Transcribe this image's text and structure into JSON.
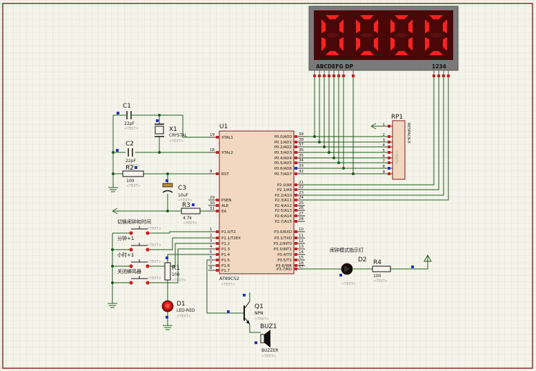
{
  "display": {
    "digits": [
      "0",
      "0",
      "0",
      "0"
    ],
    "segment_label": "ABCDEFG  DP",
    "digit_label": "1234"
  },
  "colors": {
    "sheet": "#f5f4ea",
    "grid": "#d4d3c2",
    "border": "#8b1a1a",
    "wire": "#1a5a1a",
    "body": "#f2d8c0",
    "outline": "#7a1818",
    "text": "#000000",
    "pin_red": "#d61a1a",
    "pin_blue": "#2030d0",
    "segment_on": "#ff2020",
    "display_bg": "#4a0707",
    "display_frame": "#707070"
  },
  "components": {
    "u1": {
      "ref": "U1",
      "part": "AT89C52",
      "tag": "<TEXT>",
      "left_pins": [
        {
          "num": "19",
          "name": "XTAL1"
        },
        {
          "num": "18",
          "name": "XTAL2"
        },
        {
          "num": "9",
          "name": "RST"
        },
        {
          "num": "29",
          "name": "PSEN"
        },
        {
          "num": "30",
          "name": "ALE"
        },
        {
          "num": "31",
          "name": "EA"
        },
        {
          "num": "1",
          "name": "P1.0/T2"
        },
        {
          "num": "2",
          "name": "P1.1/T2EX"
        },
        {
          "num": "3",
          "name": "P1.2"
        },
        {
          "num": "4",
          "name": "P1.3"
        },
        {
          "num": "5",
          "name": "P1.4"
        },
        {
          "num": "6",
          "name": "P1.5"
        },
        {
          "num": "7",
          "name": "P1.6"
        },
        {
          "num": "8",
          "name": "P1.7"
        }
      ],
      "right_pins": [
        {
          "num": "39",
          "name": "P0.0/AD0"
        },
        {
          "num": "38",
          "name": "P0.1/AD1"
        },
        {
          "num": "37",
          "name": "P0.2/AD2"
        },
        {
          "num": "36",
          "name": "P0.3/AD3"
        },
        {
          "num": "35",
          "name": "P0.4/AD4"
        },
        {
          "num": "34",
          "name": "P0.5/AD5"
        },
        {
          "num": "33",
          "name": "P0.6/AD6"
        },
        {
          "num": "32",
          "name": "P0.7/AD7"
        },
        {
          "num": "21",
          "name": "P2.0/A8"
        },
        {
          "num": "22",
          "name": "P2.1/A9"
        },
        {
          "num": "23",
          "name": "P2.2/A10"
        },
        {
          "num": "24",
          "name": "P2.3/A11"
        },
        {
          "num": "25",
          "name": "P2.4/A12"
        },
        {
          "num": "26",
          "name": "P2.5/A13"
        },
        {
          "num": "27",
          "name": "P2.6/A14"
        },
        {
          "num": "28",
          "name": "P2.7/A15"
        },
        {
          "num": "10",
          "name": "P3.0/RXD"
        },
        {
          "num": "11",
          "name": "P3.1/TXD"
        },
        {
          "num": "12",
          "name": "P3.2/INT0"
        },
        {
          "num": "13",
          "name": "P3.3/INT1"
        },
        {
          "num": "14",
          "name": "P3.4/T0"
        },
        {
          "num": "15",
          "name": "P3.5/T1"
        },
        {
          "num": "16",
          "name": "P3.6/WR"
        },
        {
          "num": "17",
          "name": "P3.7/RD"
        }
      ]
    },
    "c1": {
      "ref": "C1",
      "value": "22pF",
      "tag": "<TEXT>"
    },
    "c2": {
      "ref": "C2",
      "value": "22pF",
      "tag": "<TEXT>"
    },
    "c3": {
      "ref": "C3",
      "value": "10uF",
      "tag": "<TEXT>"
    },
    "x1": {
      "ref": "X1",
      "value": "CRYSTAL",
      "tag": "<TEXT>"
    },
    "r1": {
      "ref": "R1",
      "value": "100",
      "tag": "<TEXT>"
    },
    "r2": {
      "ref": "R2",
      "value": "100",
      "tag": "<TEXT>"
    },
    "r3": {
      "ref": "R3",
      "value": "4.7k",
      "tag": "<TEXT>"
    },
    "r4": {
      "ref": "R4",
      "value": "100",
      "tag": "<TEXT>"
    },
    "rp1": {
      "ref": "RP1",
      "value": "RESPACK-8",
      "tag": "<TEXT>",
      "pins": [
        "1",
        "2",
        "3",
        "4",
        "5",
        "6",
        "7",
        "8",
        "9"
      ]
    },
    "d1": {
      "ref": "D1",
      "value": "LED-RED",
      "tag": "<TEXT>"
    },
    "d2": {
      "ref": "D2",
      "tag": "<TEXT>",
      "label": "闹钟模式指示灯"
    },
    "q1": {
      "ref": "Q1",
      "value": "NPN",
      "tag": "<TEXT>"
    },
    "buz1": {
      "ref": "BUZ1",
      "value": "BUZZER",
      "tag": "<TEXT>"
    },
    "buttons": [
      {
        "label": "切换闹钟和时间",
        "tag": "<TEXT>"
      },
      {
        "label": "分钟+1",
        "tag": "<TEXT>"
      },
      {
        "label": "小时+1",
        "tag": "<TEXT>"
      },
      {
        "label": "关闭蜂鸣器",
        "tag": "<TEXT>"
      }
    ]
  }
}
